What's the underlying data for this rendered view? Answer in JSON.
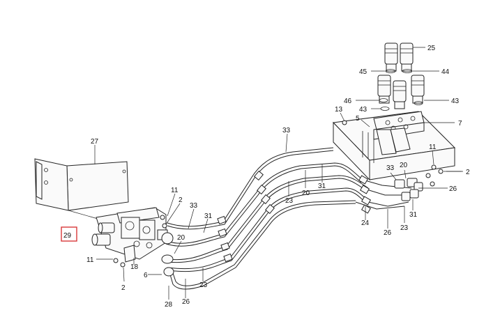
{
  "diagram": {
    "callouts": {
      "c2a": "2",
      "c2b": "2",
      "c2c": "2",
      "c5": "5",
      "c6": "6",
      "c7": "7",
      "c11a": "11",
      "c11b": "11",
      "c11c": "11",
      "c13": "13",
      "c18": "18",
      "c20a": "20",
      "c20b": "20",
      "c20c": "20",
      "c23a": "23",
      "c23b": "23",
      "c23c": "23",
      "c24": "24",
      "c25": "25",
      "c26a": "26",
      "c26b": "26",
      "c26c": "26",
      "c27": "27",
      "c28": "28",
      "c29": "29",
      "c31a": "31",
      "c31b": "31",
      "c31c": "31",
      "c33a": "33",
      "c33b": "33",
      "c33c": "33",
      "c43a": "43",
      "c43b": "43",
      "c44": "44",
      "c45": "45",
      "c46": "46"
    },
    "highlight_color": "#d9383a",
    "line_color": "#222222"
  }
}
